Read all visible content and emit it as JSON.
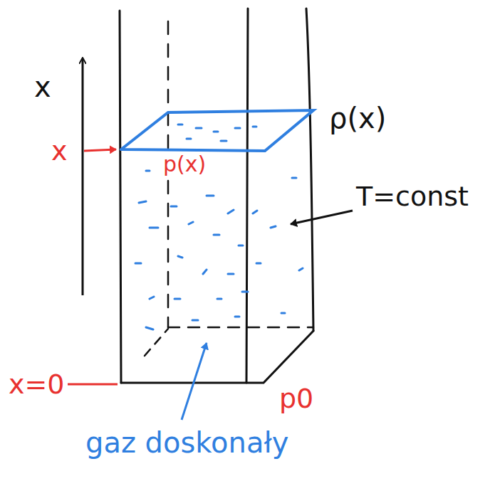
{
  "diagram": {
    "labels": [
      "x",
      "x",
      "p(x)",
      "ρ(x)",
      "T=const",
      "x=0",
      "p0",
      "gaz doskonały"
    ]
  }
}
